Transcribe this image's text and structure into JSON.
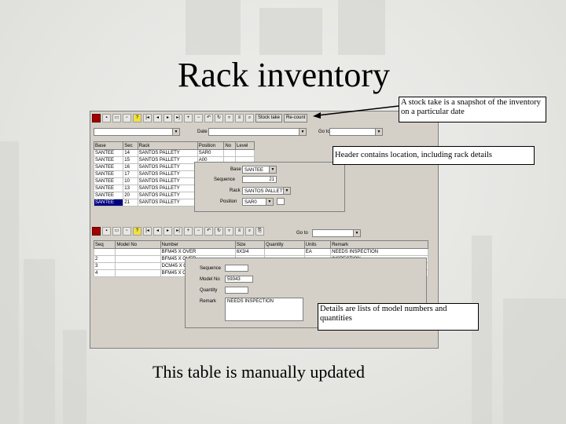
{
  "slide": {
    "title": "Rack inventory",
    "caption": "This table is manually updated"
  },
  "callouts": {
    "snapshot": "A stock take is a snapshot of the inventory on a particular date",
    "header": "Header contains location, including rack details",
    "details": "Details are lists of model numbers and quantities"
  },
  "app": {
    "toolbar_buttons": [
      "Stock take",
      "Re-count"
    ],
    "top_filter_label": "Date",
    "goto_label": "Go to",
    "header_grid": {
      "columns": [
        "Base",
        "Sec",
        "Rack",
        "Position",
        "No",
        "Level"
      ],
      "rows": [
        [
          "SANTEE",
          "14",
          "SANTOS PALLETY",
          "SAR0",
          "",
          ""
        ],
        [
          "SANTEE",
          "15",
          "SANTOS PALLETY",
          "A00",
          "",
          ""
        ],
        [
          "SANTEE",
          "16",
          "SANTOS PALLETY",
          "",
          "",
          ""
        ],
        [
          "SANTEE",
          "17",
          "SANTOS PALLETY",
          "",
          "",
          ""
        ],
        [
          "SANTEE",
          "10",
          "SANTOS PALLETY",
          "",
          "",
          ""
        ],
        [
          "SANTEE",
          "13",
          "SANTOS PALLETY",
          "",
          "",
          ""
        ],
        [
          "SANTEE",
          "20",
          "SANTOS PALLETY",
          "",
          "",
          ""
        ],
        [
          "SANTEE",
          "21",
          "SANTOS PALLETY",
          "SAR0",
          "",
          ""
        ]
      ]
    },
    "header_form": {
      "base_label": "Base",
      "base_value": "SANTEE",
      "sequence_label": "Sequence",
      "sequence_value": "21",
      "rack_label": "Rack",
      "rack_value": "SANTOS PALLETY",
      "position_label": "Position",
      "position_value": "SAR0"
    },
    "detail_grid": {
      "columns": [
        "Seq",
        "Model No",
        "Number",
        "Size",
        "Quantity",
        "Units",
        "Remark"
      ],
      "rows": [
        [
          "",
          "",
          "BFM45 X OVER",
          "6X3/4",
          "",
          "EA",
          "NEEDS INSPECTION"
        ],
        [
          "2",
          "",
          "BFM45 X OVER",
          "",
          "",
          "",
          "INSPECTION"
        ],
        [
          "3",
          "",
          "DCM45 X OVER",
          "",
          "",
          "",
          "INSPECTION"
        ],
        [
          "4",
          "",
          "BFM45 X OVER",
          "",
          "",
          "",
          "INSPECTION"
        ]
      ]
    },
    "detail_form": {
      "sequence_label": "Sequence",
      "model_label": "Model No",
      "model_value": "59343",
      "quantity_label": "Quantity",
      "remark_label": "Remark",
      "remark_value": "NEEDS INSPECTION"
    }
  }
}
